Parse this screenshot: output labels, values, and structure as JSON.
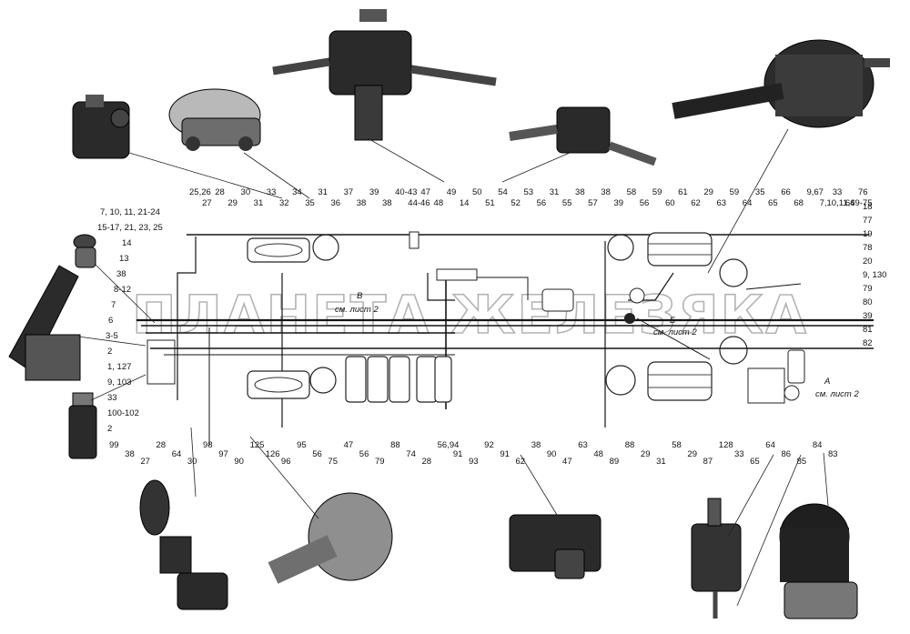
{
  "watermark": "ПЛАНЕТА ЖЕЛЕЗЯКА",
  "sheet_refs": [
    {
      "id": "v",
      "lines": [
        "В",
        "см. лист 2"
      ]
    },
    {
      "id": "b",
      "lines": [
        "Б",
        "см. лист 2"
      ]
    },
    {
      "id": "a",
      "lines": [
        "А",
        "см. лист 2"
      ]
    }
  ],
  "top_labels": [
    "25,26",
    "27",
    "28",
    "29",
    "30",
    "31",
    "33",
    "32",
    "34",
    "35",
    "31",
    "36",
    "37",
    "38",
    "39",
    "38",
    "40-43",
    "44-46",
    "47",
    "48",
    "49",
    "14",
    "50",
    "51",
    "54",
    "52",
    "53",
    "56",
    "31",
    "55",
    "38",
    "57",
    "38",
    "39",
    "58",
    "56",
    "59",
    "60",
    "61",
    "62",
    "29",
    "63",
    "59",
    "64",
    "35",
    "65",
    "66",
    "68",
    "9,67",
    "7,10,11,69-75",
    "33",
    "64",
    "76"
  ],
  "left_labels": [
    "7, 10, 11, 21-24",
    "15-17, 21, 23, 25",
    "14",
    "13",
    "38",
    "8-12",
    "7",
    "6",
    "3-5",
    "2",
    "1, 127",
    "9, 103",
    "33",
    "100-102",
    "2"
  ],
  "right_labels": [
    "18",
    "77",
    "19",
    "78",
    "20",
    "9, 130",
    "79",
    "80",
    "39",
    "81",
    "82"
  ],
  "bottom_labels": [
    "99",
    "38",
    "27",
    "28",
    "64",
    "30",
    "98",
    "97",
    "90",
    "125",
    "126",
    "96",
    "95",
    "56",
    "75",
    "47",
    "56",
    "79",
    "88",
    "74",
    "28",
    "56,94",
    "91",
    "93",
    "92",
    "91",
    "62",
    "38",
    "90",
    "47",
    "63",
    "48",
    "89",
    "88",
    "29",
    "31",
    "58",
    "29",
    "87",
    "128",
    "33",
    "65",
    "64",
    "86",
    "85",
    "84",
    "83"
  ]
}
